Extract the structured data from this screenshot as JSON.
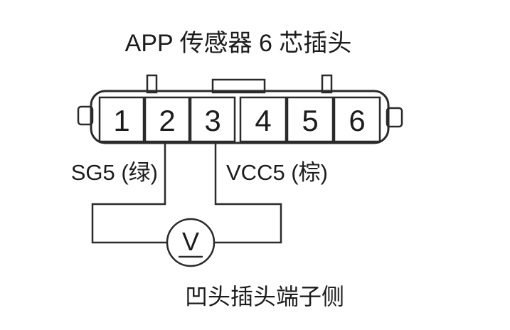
{
  "title": "APP 传感器 6 芯插头",
  "connector": {
    "pins": [
      "1",
      "2",
      "3",
      "4",
      "5",
      "6"
    ]
  },
  "wires": {
    "left_label": "SG5 (绿)",
    "right_label": "VCC5 (棕)"
  },
  "meter": {
    "symbol": "V"
  },
  "caption": "凹头插头端子侧",
  "colors": {
    "line": "#2a2a2a",
    "text": "#1c1c1c"
  }
}
